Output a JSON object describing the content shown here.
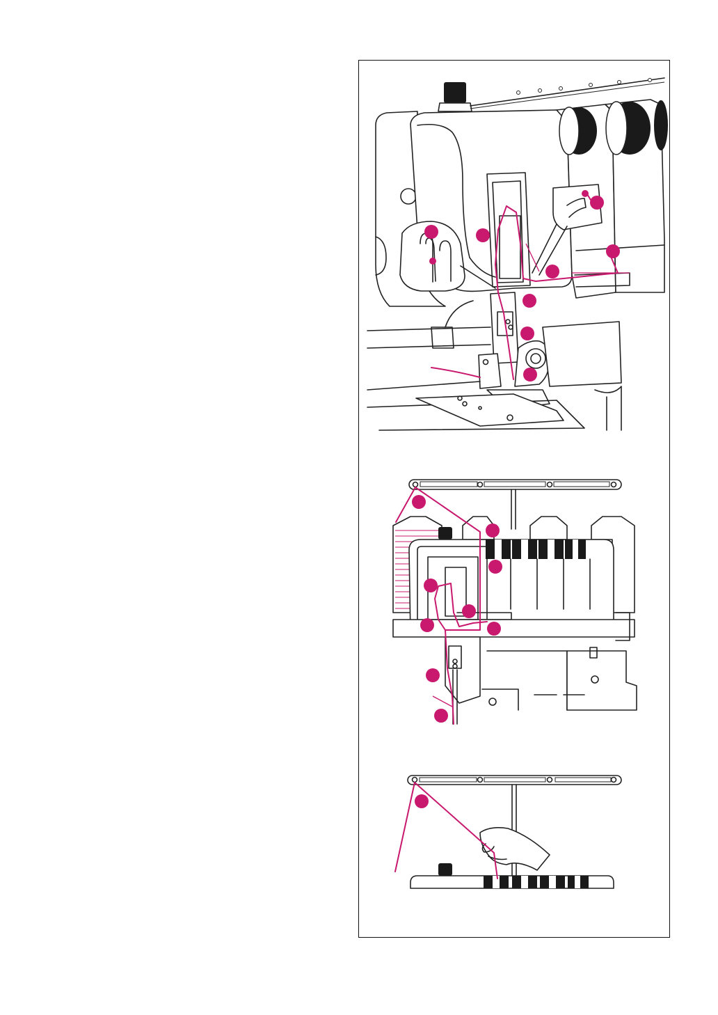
{
  "page": {
    "background": "#ffffff"
  },
  "colors": {
    "thread": "#c8196e",
    "line": "#222222",
    "dark_dial": "#1a1a1a"
  },
  "figures": [
    {
      "name": "serger-front-threading-illustration",
      "markers": 10
    },
    {
      "name": "serger-top-view-threading-illustration",
      "markers": 10
    },
    {
      "name": "serger-thread-guide-hand-illustration",
      "markers": 1
    }
  ]
}
